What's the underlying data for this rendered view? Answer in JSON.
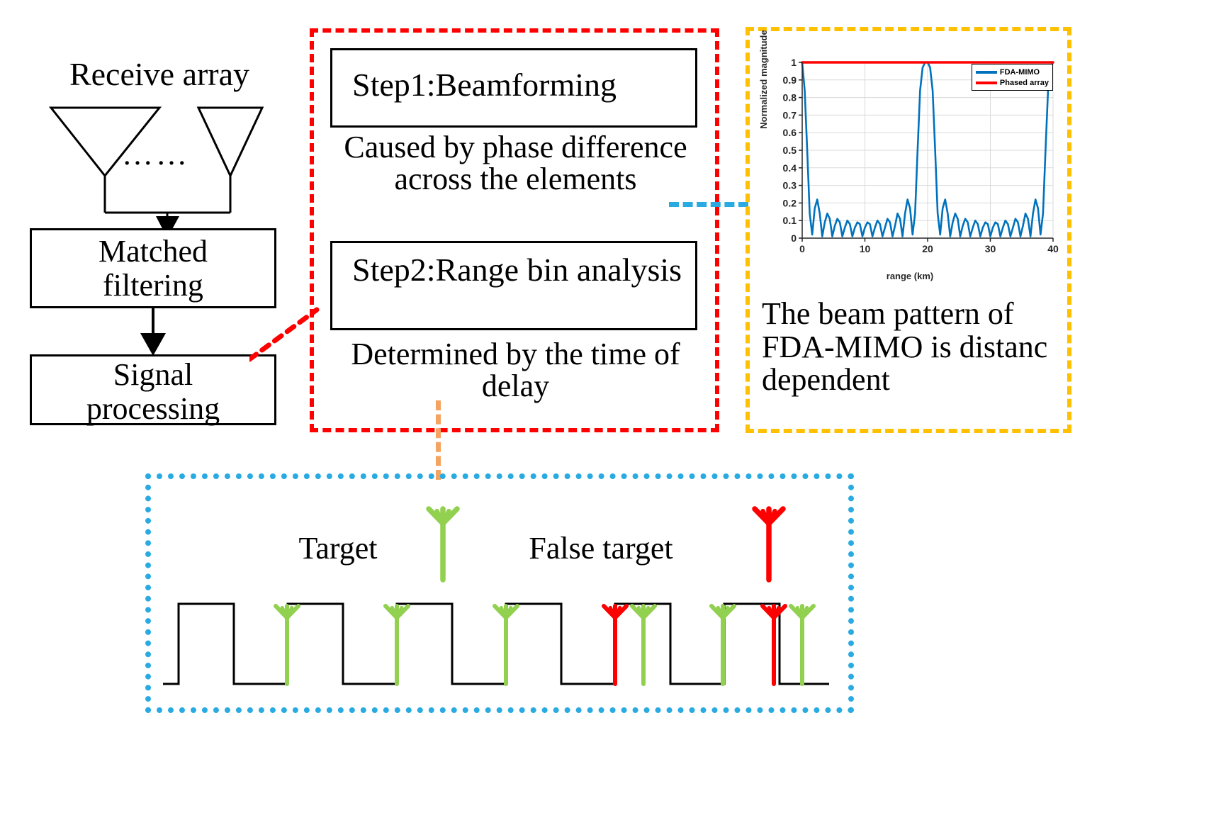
{
  "flow": {
    "receive_array_label": "Receive array",
    "array_dots": "……",
    "matched_filtering": "Matched\nfiltering",
    "matched_filtering_l1": "Matched",
    "matched_filtering_l2": "filtering",
    "signal_processing_l1": "Signal",
    "signal_processing_l2": "processing"
  },
  "steps_panel": {
    "border_color": "#ff0000",
    "step1_title": "Step1:Beamforming",
    "step1_note": "Caused by phase difference across the elements",
    "step2_title": "Step2:Range bin analysis",
    "step2_note": "Determined by the time of delay"
  },
  "chart_panel": {
    "border_color": "#ffc000",
    "caption": "The beam pattern of FDA-MIMO is distanc dependent"
  },
  "bottom_panel": {
    "border_color": "#29abe2",
    "target_label": "Target",
    "false_target_label": "False target",
    "target_color": "#92d050",
    "false_target_color": "#ff0000"
  },
  "connectors": {
    "red_color": "#ff0000",
    "cyan_color": "#29abe2",
    "orange_color": "#f4a460"
  },
  "chart_data": {
    "type": "line",
    "title": "",
    "xlabel": "range (km)",
    "ylabel": "Normalized magnitude",
    "xlim": [
      0,
      40
    ],
    "ylim": [
      0,
      1
    ],
    "xticks": [
      0,
      10,
      20,
      30,
      40
    ],
    "yticks": [
      0,
      0.1,
      0.2,
      0.3,
      0.4,
      0.5,
      0.6,
      0.7,
      0.8,
      0.9,
      1
    ],
    "grid": true,
    "legend_position": "top-right",
    "series": [
      {
        "name": "FDA-MIMO",
        "color": "#0072bd",
        "comment": "periodic sinc-like beampattern, mainlobes at range 0, 20 and 40 km",
        "period_km": 20,
        "mainlobe_peaks_km": [
          0,
          20,
          40
        ],
        "mainlobe_peak_value": 1,
        "first_sidelobe_value": 0.22,
        "sidelobe_decay_floor": 0.09,
        "x": [
          0,
          0.4,
          0.8,
          1.2,
          1.6,
          2.0,
          2.4,
          2.8,
          3.2,
          3.6,
          4.0,
          4.4,
          4.8,
          5.2,
          5.6,
          6.0,
          6.4,
          6.8,
          7.2,
          7.6,
          8.0,
          8.4,
          8.8,
          9.2,
          9.6,
          10.0,
          10.4,
          10.8,
          11.2,
          11.6,
          12.0,
          12.4,
          12.8,
          13.2,
          13.6,
          14.0,
          14.4,
          14.8,
          15.2,
          15.6,
          16.0,
          16.4,
          16.8,
          17.2,
          17.6,
          18.0,
          18.4,
          18.8,
          19.2,
          19.6,
          20.0,
          20.4,
          20.8,
          21.2,
          21.6,
          22.0,
          22.4,
          22.8,
          23.2,
          23.6,
          24.0,
          24.4,
          24.8,
          25.2,
          25.6,
          26.0,
          26.4,
          26.8,
          27.2,
          27.6,
          28.0,
          28.4,
          28.8,
          29.2,
          29.6,
          30.0,
          30.4,
          30.8,
          31.2,
          31.6,
          32.0,
          32.4,
          32.8,
          33.2,
          33.6,
          34.0,
          34.4,
          34.8,
          35.2,
          35.6,
          36.0,
          36.4,
          36.8,
          37.2,
          37.6,
          38.0,
          38.4,
          38.8,
          39.2,
          39.6,
          40.0
        ],
        "y": [
          1.0,
          0.84,
          0.5,
          0.14,
          0.02,
          0.17,
          0.22,
          0.14,
          0.01,
          0.09,
          0.14,
          0.11,
          0.01,
          0.07,
          0.11,
          0.09,
          0.01,
          0.06,
          0.1,
          0.08,
          0.01,
          0.06,
          0.09,
          0.08,
          0.01,
          0.06,
          0.09,
          0.08,
          0.01,
          0.06,
          0.1,
          0.08,
          0.01,
          0.06,
          0.11,
          0.09,
          0.01,
          0.07,
          0.14,
          0.11,
          0.01,
          0.14,
          0.22,
          0.17,
          0.02,
          0.14,
          0.5,
          0.84,
          0.97,
          1.0,
          1.0,
          0.97,
          0.84,
          0.5,
          0.14,
          0.02,
          0.17,
          0.22,
          0.14,
          0.01,
          0.09,
          0.14,
          0.11,
          0.01,
          0.07,
          0.11,
          0.09,
          0.01,
          0.06,
          0.1,
          0.08,
          0.01,
          0.06,
          0.09,
          0.08,
          0.01,
          0.06,
          0.09,
          0.08,
          0.01,
          0.06,
          0.1,
          0.08,
          0.01,
          0.06,
          0.11,
          0.09,
          0.01,
          0.07,
          0.14,
          0.11,
          0.01,
          0.14,
          0.22,
          0.17,
          0.02,
          0.14,
          0.5,
          0.84,
          0.97,
          1.0
        ]
      },
      {
        "name": "Phased array",
        "color": "#ff0000",
        "comment": "constant unity response over the whole range axis",
        "x": [
          0,
          40
        ],
        "y": [
          1,
          1
        ]
      }
    ]
  }
}
